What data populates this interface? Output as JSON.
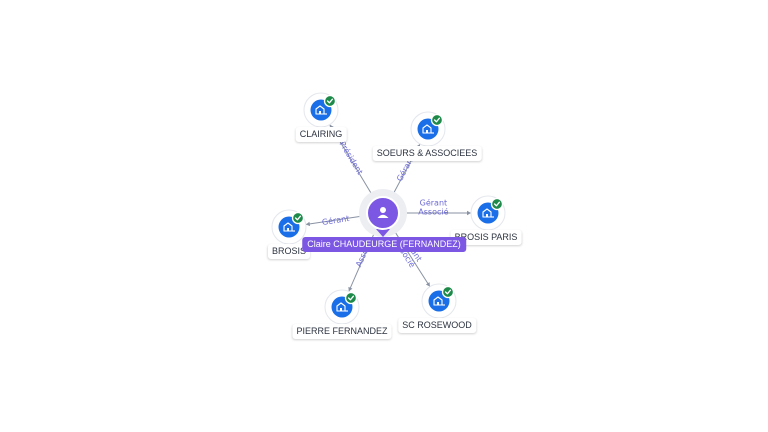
{
  "center": {
    "label": "Claire CHAUDEURGE (FERNANDEZ)",
    "icon": "person-icon",
    "color": "#7b57e4"
  },
  "companies": [
    {
      "id": "clairing",
      "label": "CLAIRING",
      "icon": "building-icon",
      "verified": true
    },
    {
      "id": "soeurs",
      "label": "SOEURS & ASSOCIEES",
      "icon": "building-icon",
      "verified": true
    },
    {
      "id": "brosis-paris",
      "label": "BROSIS PARIS",
      "icon": "building-icon",
      "verified": true
    },
    {
      "id": "sc-rosewood",
      "label": "SC ROSEWOOD",
      "icon": "building-icon",
      "verified": true
    },
    {
      "id": "pierre",
      "label": "PIERRE FERNANDEZ",
      "icon": "building-icon",
      "verified": true
    },
    {
      "id": "brosis",
      "label": "BROSIS",
      "icon": "building-icon",
      "verified": true
    }
  ],
  "edges": [
    {
      "to": "clairing",
      "roles": [
        "Président"
      ]
    },
    {
      "to": "soeurs",
      "roles": [
        "Gérant"
      ]
    },
    {
      "to": "brosis-paris",
      "roles": [
        "Gérant",
        "Associé"
      ]
    },
    {
      "to": "sc-rosewood",
      "roles": [
        "Gérant",
        "Associé"
      ]
    },
    {
      "to": "pierre",
      "roles": [
        "Associé"
      ]
    },
    {
      "to": "brosis",
      "roles": [
        "Gérant"
      ]
    }
  ],
  "colors": {
    "accent": "#7b57e4",
    "node": "#1a6fe8",
    "verified": "#1d8a4a",
    "edge_label": "#6d6ad6"
  }
}
